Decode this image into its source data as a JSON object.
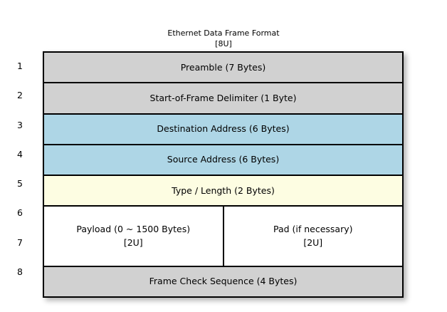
{
  "title": {
    "main": "Ethernet Data Frame Format",
    "sub": "[8U]"
  },
  "row_numbers": [
    "1",
    "2",
    "3",
    "4",
    "5",
    "6",
    "7",
    "8"
  ],
  "colors": {
    "gray": "#d1d1d1",
    "blue": "#aed6e6",
    "yellow": "#fdfde2",
    "white": "#ffffff",
    "border": "#000000",
    "background": "#ffffff"
  },
  "rows": [
    {
      "number": "1",
      "label": "Preamble (7 Bytes)",
      "fill": "gray"
    },
    {
      "number": "2",
      "label": "Start-of-Frame Delimiter (1 Byte)",
      "fill": "gray"
    },
    {
      "number": "3",
      "label": "Destination Address (6 Bytes)",
      "fill": "blue"
    },
    {
      "number": "4",
      "label": "Source Address (6 Bytes)",
      "fill": "blue"
    },
    {
      "number": "5",
      "label": "Type / Length (2 Bytes)",
      "fill": "yellow"
    },
    {
      "number": "6-7",
      "fill": "white",
      "split": true,
      "left": {
        "label": "Payload (0 ~ 1500 Bytes)",
        "note": "[2U]"
      },
      "right": {
        "label": "Pad (if necessary)",
        "note": "[2U]"
      }
    },
    {
      "number": "8",
      "label": "Frame Check Sequence (4 Bytes)",
      "fill": "gray"
    }
  ]
}
